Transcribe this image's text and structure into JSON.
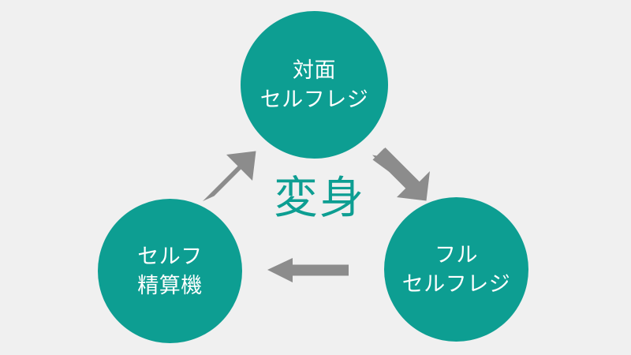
{
  "diagram": {
    "type": "cycle",
    "background_color": "#f0f0f0",
    "node_color": "#0d9e92",
    "node_text_color": "#ffffff",
    "arrow_color": "#8c8c8c",
    "caption_color": "#0d9e92",
    "center_caption": "変身",
    "nodes": [
      {
        "id": "top",
        "position": "top",
        "line1": "対面",
        "line2": "セルフレジ"
      },
      {
        "id": "right",
        "position": "bottom-right",
        "line1": "フル",
        "line2": "セルフレジ"
      },
      {
        "id": "left",
        "position": "bottom-left",
        "line1": "セルフ",
        "line2": "精算機"
      }
    ],
    "arrows": [
      {
        "id": "top-to-right",
        "from": "top",
        "to": "right",
        "direction": "down-right"
      },
      {
        "id": "right-to-left",
        "from": "right",
        "to": "left",
        "direction": "left"
      },
      {
        "id": "left-to-top",
        "from": "left",
        "to": "top",
        "direction": "up-right"
      }
    ]
  }
}
